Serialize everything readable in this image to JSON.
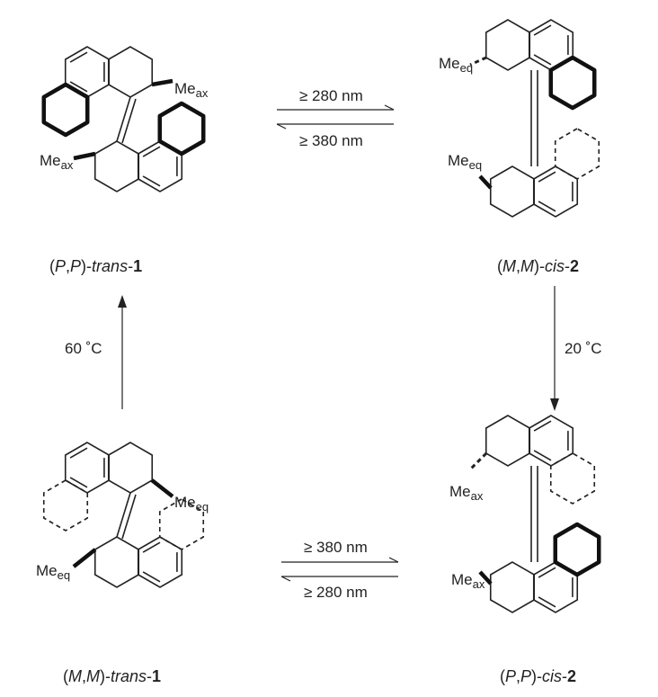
{
  "compounds": {
    "tl": {
      "prefix": "(",
      "c1": "P",
      "sep": ",",
      "c2": "P",
      "mid": ")-",
      "iso": "trans",
      "dash": "-",
      "num": "1",
      "me": "Me",
      "me_sub": "ax"
    },
    "tr": {
      "prefix": "(",
      "c1": "M",
      "sep": ",",
      "c2": "M",
      "mid": ")-",
      "iso": "cis",
      "dash": "-",
      "num": "2",
      "me": "Me",
      "me_sub": "eq"
    },
    "bl": {
      "prefix": "(",
      "c1": "M",
      "sep": ",",
      "c2": "M",
      "mid": ")-",
      "iso": "trans",
      "dash": "-",
      "num": "1",
      "me": "Me",
      "me_sub": "eq"
    },
    "br": {
      "prefix": "(",
      "c1": "P",
      "sep": ",",
      "c2": "P",
      "mid": ")-",
      "iso": "cis",
      "dash": "-",
      "num": "2",
      "me": "Me",
      "me_sub": "ax"
    }
  },
  "conditions": {
    "top_forward": "≥ 280 nm",
    "top_backward": "≥ 380 nm",
    "bottom_forward": "≥ 380 nm",
    "bottom_backward": "≥ 280 nm",
    "left_thermal": "60 ˚C",
    "right_thermal": "20 ˚C"
  }
}
